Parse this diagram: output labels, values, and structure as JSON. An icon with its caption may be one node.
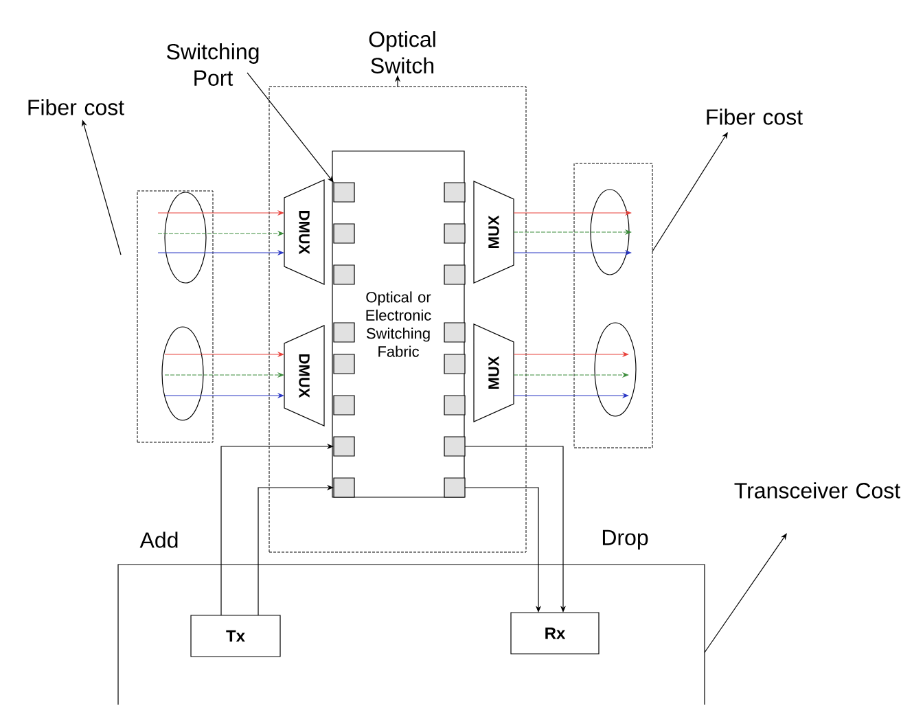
{
  "diagram": {
    "nodes": [
      {
        "text": [
          "Switching Port"
        ]
      },
      {
        "text": [
          "Optical Switch"
        ]
      },
      {
        "text": [
          "Fiber cost"
        ]
      },
      {
        "text": [
          "Fiber cost"
        ]
      },
      {
        "text": [],
        "shape": "box"
      },
      {
        "text": [],
        "shape": "box"
      },
      {
        "text": [],
        "shape": "ellipse",
        "in": 5
      },
      {
        "text": [],
        "shape": "ellipse",
        "in": 5
      },
      {
        "text": [
          "DMUX"
        ],
        "in": 4
      },
      {
        "text": [
          "DMUX"
        ],
        "in": 4
      },
      {
        "text": [
          "Optical or Electronic Switching Fabric"
        ],
        "in": 4
      },
      {
        "text": [],
        "shape": "box",
        "in": 10
      },
      {
        "text": [],
        "shape": "box",
        "in": 10
      },
      {
        "text": [],
        "shape": "box",
        "in": 10
      },
      {
        "text": [],
        "shape": "box",
        "in": 10
      },
      {
        "text": [],
        "shape": "box",
        "in": 10
      },
      {
        "text": [],
        "shape": "box",
        "in": 10
      },
      {
        "text": [],
        "shape": "box",
        "in": 10
      },
      {
        "text": [],
        "shape": "box",
        "in": 10
      },
      {
        "text": [],
        "shape": "box",
        "in": 10
      },
      {
        "text": [],
        "shape": "box",
        "in": 10
      },
      {
        "text": [],
        "shape": "box",
        "in": 10
      },
      {
        "text": [],
        "shape": "box",
        "in": 10
      },
      {
        "text": [],
        "shape": "box",
        "in": 10
      },
      {
        "text": [],
        "shape": "box",
        "in": 10
      },
      {
        "text": [],
        "shape": "box",
        "in": 10
      },
      {
        "text": [],
        "shape": "box",
        "in": 10
      },
      {
        "text": [
          "MUX"
        ],
        "in": 4
      },
      {
        "text": [
          "MUX"
        ],
        "in": 4
      },
      {
        "text": [],
        "shape": "box"
      },
      {
        "text": [],
        "shape": "ellipse",
        "in": 29
      },
      {
        "text": [],
        "shape": "ellipse",
        "in": 29
      },
      {
        "text": [
          "Transceiver Cost"
        ]
      },
      {
        "text": [],
        "shape": "box"
      },
      {
        "text": [
          "Tx"
        ],
        "in": 33
      },
      {
        "text": [
          "Rx"
        ],
        "in": 33
      }
    ],
    "edges": [
      {
        "from": 6,
        "to": 8,
        "arrow": "to",
        "color": "#e8403a"
      },
      {
        "from": 6,
        "to": 8,
        "arrow": "to",
        "color": "#3b8c3b",
        "style": "dashed"
      },
      {
        "from": 6,
        "to": 8,
        "arrow": "to",
        "color": "#2936c4"
      },
      {
        "from": 7,
        "to": 9,
        "arrow": "to",
        "color": "#e8403a"
      },
      {
        "from": 7,
        "to": 9,
        "arrow": "to",
        "color": "#3b8c3b",
        "style": "dashed"
      },
      {
        "from": 7,
        "to": 9,
        "arrow": "to",
        "color": "#2936c4"
      },
      {
        "from": 27,
        "to": 30,
        "arrow": "to",
        "color": "#e8403a"
      },
      {
        "from": 27,
        "to": 30,
        "arrow": "to",
        "color": "#3b8c3b",
        "style": "dashed"
      },
      {
        "from": 27,
        "to": 30,
        "arrow": "to",
        "color": "#2936c4"
      },
      {
        "from": 28,
        "to": 31,
        "arrow": "to",
        "color": "#e8403a"
      },
      {
        "from": 28,
        "to": 31,
        "arrow": "to",
        "color": "#3b8c3b",
        "style": "dashed"
      },
      {
        "from": 28,
        "to": 31,
        "arrow": "to",
        "color": "#2936c4"
      },
      {
        "from": 34,
        "to": 17,
        "arrow": "to"
      },
      {
        "from": 34,
        "to": 18,
        "arrow": "to"
      },
      {
        "from": 25,
        "to": 35,
        "arrow": "to"
      },
      {
        "from": 26,
        "to": 35,
        "arrow": "to"
      },
      {
        "from": 0,
        "to": 11,
        "arrow": "to"
      },
      {
        "from": 4,
        "to": 1,
        "arrow": "to"
      },
      {
        "from": 5,
        "to": 2,
        "arrow": "to"
      },
      {
        "from": 29,
        "to": 3,
        "arrow": "to"
      },
      {
        "from": 33,
        "to": 32,
        "arrow": "to"
      }
    ],
    "labels": [
      "Add",
      "Drop"
    ]
  }
}
